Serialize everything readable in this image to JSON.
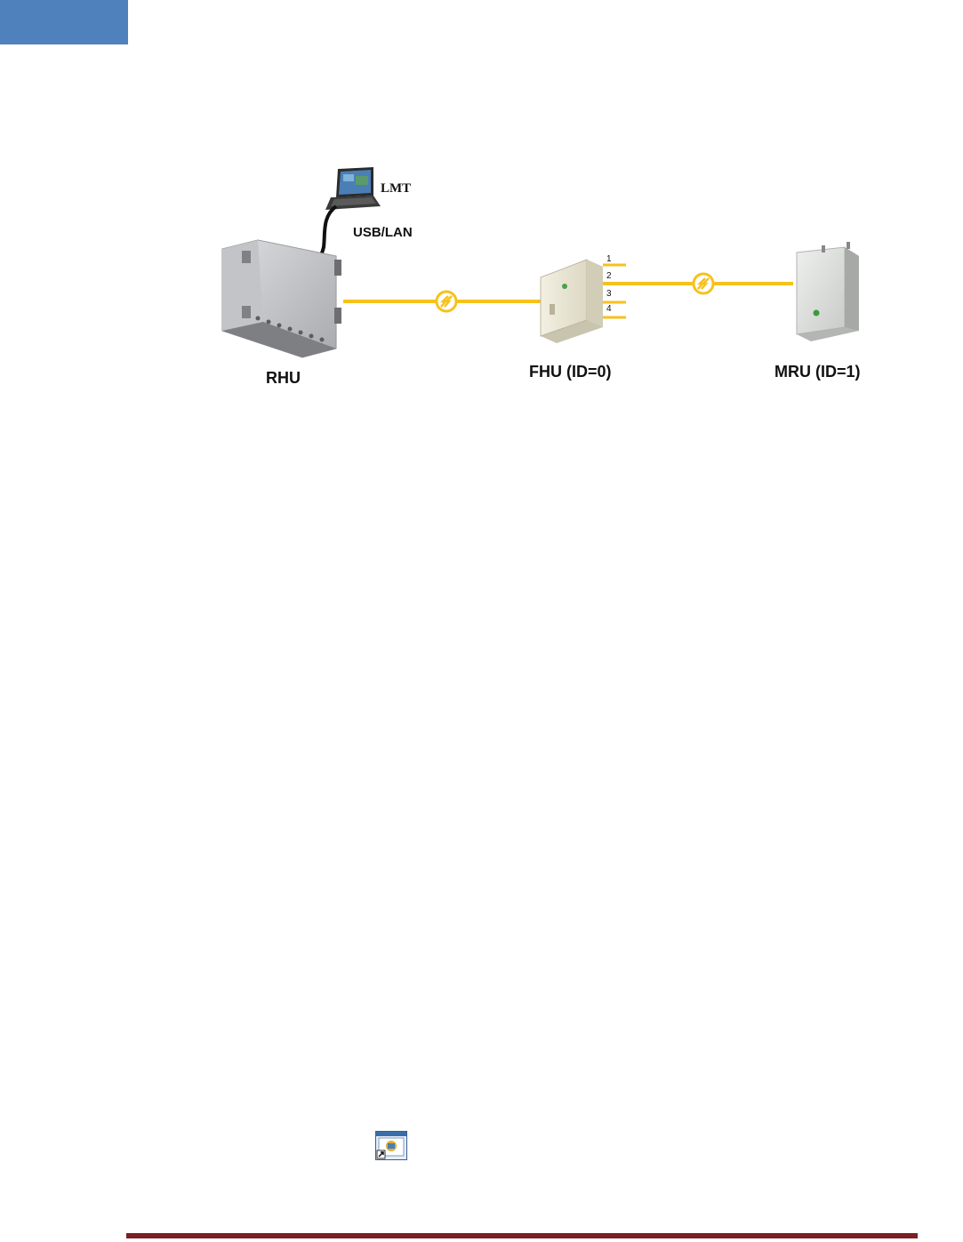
{
  "colors": {
    "corner_tab": "#4f81bd",
    "fiber": "#f6c21b",
    "footer_rule": "#7a2022"
  },
  "diagram": {
    "lmt_label": "LMT",
    "usb_lan_label": "USB/LAN",
    "rhu_label": "RHU",
    "fhu_label": "FHU (ID=0)",
    "mru_label": "MRU (ID=1)",
    "ports": [
      "1",
      "2",
      "3",
      "4"
    ]
  },
  "icons": {
    "shortcut": "app-shortcut-icon"
  }
}
